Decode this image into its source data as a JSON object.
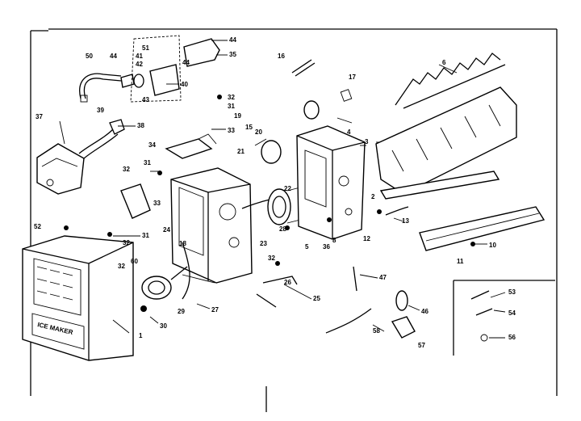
{
  "diagram": {
    "callouts": [
      {
        "id": "c50",
        "label": "50"
      },
      {
        "id": "c44a",
        "label": "44"
      },
      {
        "id": "c41",
        "label": "41"
      },
      {
        "id": "c42",
        "label": "42"
      },
      {
        "id": "c51",
        "label": "51"
      },
      {
        "id": "c44b",
        "label": "44"
      },
      {
        "id": "c44c",
        "label": "44"
      },
      {
        "id": "c35",
        "label": "35"
      },
      {
        "id": "c40",
        "label": "40"
      },
      {
        "id": "c43",
        "label": "43"
      },
      {
        "id": "c39",
        "label": "39"
      },
      {
        "id": "c37",
        "label": "37"
      },
      {
        "id": "c38",
        "label": "38"
      },
      {
        "id": "c16",
        "label": "16"
      },
      {
        "id": "c17",
        "label": "17"
      },
      {
        "id": "c6",
        "label": "6"
      },
      {
        "id": "c32a",
        "label": "32"
      },
      {
        "id": "c31a",
        "label": "31"
      },
      {
        "id": "c19",
        "label": "19"
      },
      {
        "id": "c15",
        "label": "15"
      },
      {
        "id": "c20",
        "label": "20"
      },
      {
        "id": "c33a",
        "label": "33"
      },
      {
        "id": "c4",
        "label": "4"
      },
      {
        "id": "c3",
        "label": "3"
      },
      {
        "id": "c34",
        "label": "34"
      },
      {
        "id": "c21",
        "label": "21"
      },
      {
        "id": "c32b",
        "label": "32"
      },
      {
        "id": "c31b",
        "label": "31"
      },
      {
        "id": "c22",
        "label": "22"
      },
      {
        "id": "c33b",
        "label": "33"
      },
      {
        "id": "c2",
        "label": "2"
      },
      {
        "id": "c12",
        "label": "12"
      },
      {
        "id": "c13",
        "label": "13"
      },
      {
        "id": "c24",
        "label": "24"
      },
      {
        "id": "c52",
        "label": "52"
      },
      {
        "id": "c32c",
        "label": "32"
      },
      {
        "id": "c31c",
        "label": "31"
      },
      {
        "id": "c23",
        "label": "23"
      },
      {
        "id": "c28",
        "label": "28"
      },
      {
        "id": "c5",
        "label": "5"
      },
      {
        "id": "c36",
        "label": "36"
      },
      {
        "id": "c8",
        "label": "8"
      },
      {
        "id": "c10",
        "label": "10"
      },
      {
        "id": "c11",
        "label": "11"
      },
      {
        "id": "c18",
        "label": "18"
      },
      {
        "id": "c32d",
        "label": "32"
      },
      {
        "id": "c26",
        "label": "26"
      },
      {
        "id": "c25",
        "label": "25"
      },
      {
        "id": "c47",
        "label": "47"
      },
      {
        "id": "c53",
        "label": "53"
      },
      {
        "id": "c32e",
        "label": "32"
      },
      {
        "id": "c60",
        "label": "60"
      },
      {
        "id": "c29",
        "label": "29"
      },
      {
        "id": "c30",
        "label": "30"
      },
      {
        "id": "c27",
        "label": "27"
      },
      {
        "id": "c1",
        "label": "1"
      },
      {
        "id": "c46",
        "label": "46"
      },
      {
        "id": "c54",
        "label": "54"
      },
      {
        "id": "c56",
        "label": "56"
      },
      {
        "id": "c58",
        "label": "58"
      },
      {
        "id": "c57",
        "label": "57"
      }
    ],
    "ice_maker_text": "ICE MAKER"
  }
}
